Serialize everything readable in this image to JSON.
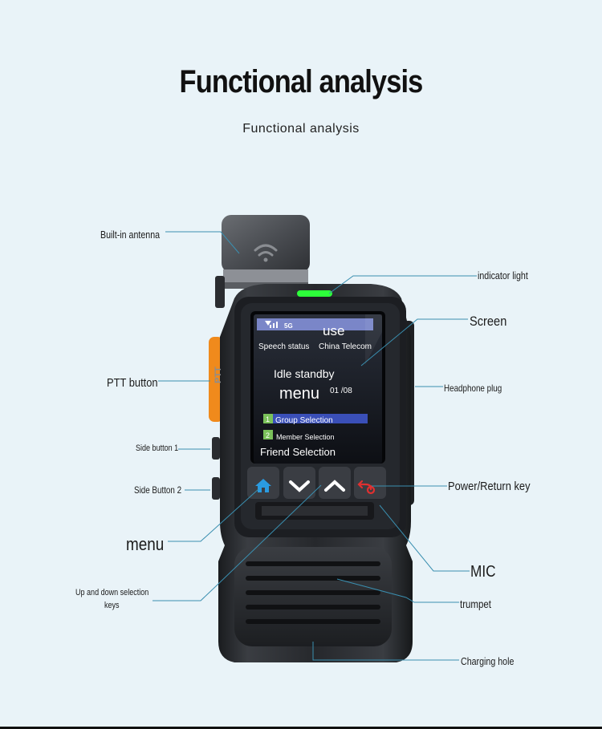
{
  "title": "Functional analysis",
  "subtitle": "Functional analysis",
  "labels": {
    "antenna": "Built-in antenna",
    "indicator": "indicator light",
    "screen": "Screen",
    "ptt": "PTT button",
    "headphone": "Headphone plug",
    "side1": "Side button 1",
    "side2": "Side Button 2",
    "power": "Power/Return key",
    "menu": "menu",
    "mic": "MIC",
    "updown_line1": "Up and down selection",
    "updown_line2": "keys",
    "trumpet": "trumpet",
    "charging": "Charging hole"
  },
  "device_screen": {
    "signal": "5G",
    "use": "use",
    "speech_status": "Speech status",
    "operator": "China Telecom",
    "idle": "Idle standby",
    "menu": "menu",
    "page": "01 /08",
    "item1_num": "1",
    "item1": "Group Selection",
    "item2_num": "2",
    "item2": "Member Selection",
    "item3": "Friend Selection"
  },
  "side_text": "PTT",
  "colors": {
    "background": "#e9f3f8",
    "leader_line": "#3a8fb0",
    "ptt_orange": "#f08a1c",
    "indicator_green": "#2dff3a",
    "home_icon": "#2a9be0",
    "power_icon": "#e03030"
  },
  "icons": [
    "wifi-icon",
    "home-icon",
    "chevron-down-icon",
    "chevron-up-icon",
    "power-return-icon",
    "signal-icon"
  ]
}
